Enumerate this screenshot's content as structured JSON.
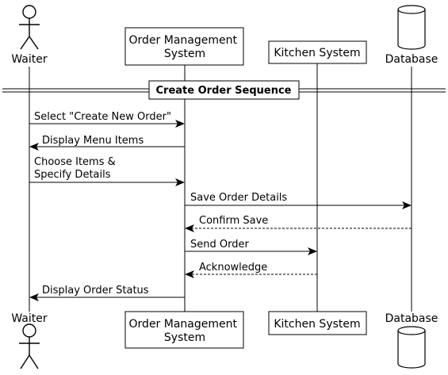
{
  "participants": [
    {
      "id": "waiter",
      "kind": "actor",
      "label": "Waiter"
    },
    {
      "id": "oms",
      "kind": "box",
      "label_lines": [
        "Order Management",
        "System"
      ]
    },
    {
      "id": "kitchen",
      "kind": "box",
      "label": "Kitchen System"
    },
    {
      "id": "db",
      "kind": "database",
      "label": "Database"
    }
  ],
  "section": {
    "title": "Create Order Sequence"
  },
  "messages": [
    {
      "from": "waiter",
      "to": "oms",
      "style": "solid",
      "lines": [
        "Select \"Create New Order\""
      ]
    },
    {
      "from": "oms",
      "to": "waiter",
      "style": "solid",
      "lines": [
        "Display Menu Items"
      ]
    },
    {
      "from": "waiter",
      "to": "oms",
      "style": "solid",
      "lines": [
        "Choose Items &",
        "Specify Details"
      ]
    },
    {
      "from": "oms",
      "to": "db",
      "style": "solid",
      "lines": [
        "Save Order Details"
      ]
    },
    {
      "from": "db",
      "to": "oms",
      "style": "dashed",
      "lines": [
        "Confirm Save"
      ]
    },
    {
      "from": "oms",
      "to": "kitchen",
      "style": "solid",
      "lines": [
        "Send Order"
      ]
    },
    {
      "from": "kitchen",
      "to": "oms",
      "style": "dashed",
      "lines": [
        "Acknowledge"
      ]
    },
    {
      "from": "oms",
      "to": "waiter",
      "style": "solid",
      "lines": [
        "Display Order Status"
      ]
    }
  ]
}
